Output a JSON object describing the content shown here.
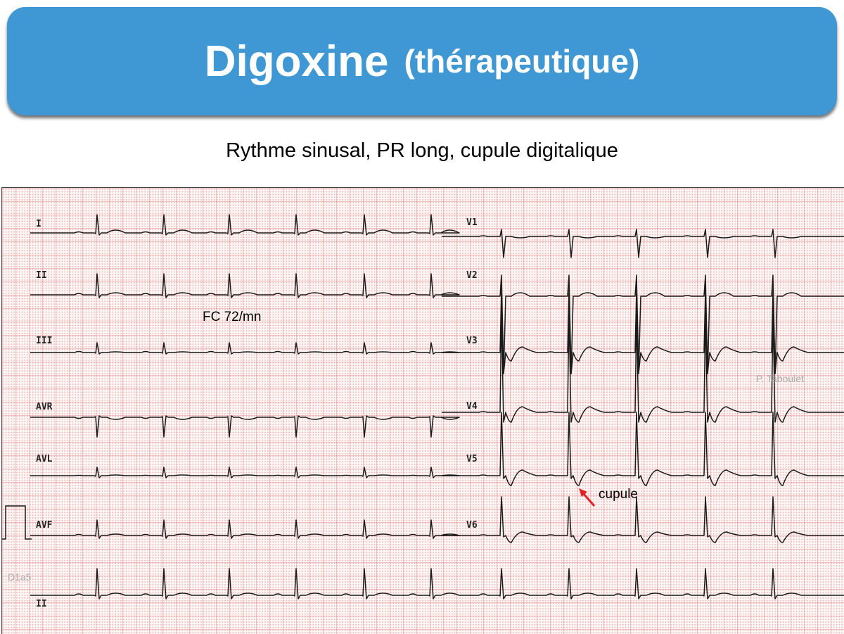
{
  "title": {
    "main": "Digoxine",
    "sub": "(thérapeutique)"
  },
  "subtitle": "Rythme sinusal, PR long, cupule digitalique",
  "ecg": {
    "leads_left": [
      "I",
      "II",
      "III",
      "AVR",
      "AVL",
      "AVF"
    ],
    "leads_right": [
      "V1",
      "V2",
      "V3",
      "V4",
      "V5",
      "V6"
    ],
    "rhythm_lead": "II",
    "heart_rate_label": "FC 72/mn",
    "annotation": "cupule",
    "annotation_color": "#e32222",
    "credit": "P. Taboulet",
    "code": "D1a5"
  }
}
